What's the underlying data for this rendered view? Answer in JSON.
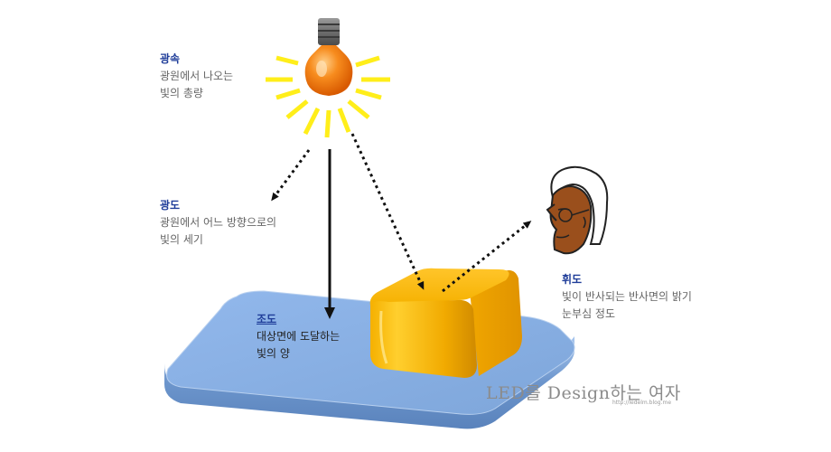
{
  "labels": {
    "gwangsok": {
      "title": "광속",
      "lines": [
        "광원에서 나오는",
        "빛의 총량"
      ]
    },
    "gwangdo": {
      "title": "광도",
      "lines": [
        "광원에서 어느 방향으로의",
        "빛의 세기"
      ]
    },
    "jodo": {
      "title": "조도",
      "lines": [
        "대상면에 도달하는",
        "빛의 양"
      ]
    },
    "hwido": {
      "title": "휘도",
      "lines": [
        "빛이 반사되는 반사면의 밝기",
        "눈부심 정도"
      ]
    }
  },
  "watermark": {
    "text": "LED를 Design하는 여자",
    "url": "http://ledelm.blog.me"
  },
  "colors": {
    "bulb": "#f07a10",
    "rays": "#ffee1a",
    "surface": "#86aee3",
    "box": "#f7b300",
    "arrow": "#111111",
    "title": "#1f3d99"
  }
}
